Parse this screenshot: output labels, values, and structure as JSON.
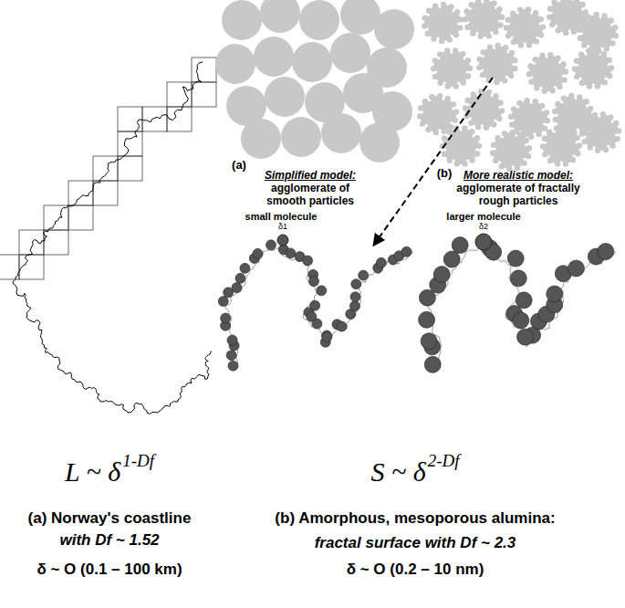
{
  "diagram": {
    "labels": [
      "(a)",
      "Simplified model:",
      "agglomerate of smooth particles",
      "(b)",
      "More realistic model:",
      "agglomerate of fractally rough particles",
      "small molecule",
      "δ1",
      "larger molecule",
      "δ2",
      "L ~ δ",
      "1-Df",
      "S ~ δ",
      "2-Df",
      "(a) Norway's coastline",
      "with Df ~ 1.52",
      "δ ~ O (0.1 – 100 km)",
      "(b) Amorphous, mesoporous alumina:",
      "fractal surface with Df ~ 2.3",
      "δ ~ O (0.2 – 10 nm)"
    ]
  }
}
